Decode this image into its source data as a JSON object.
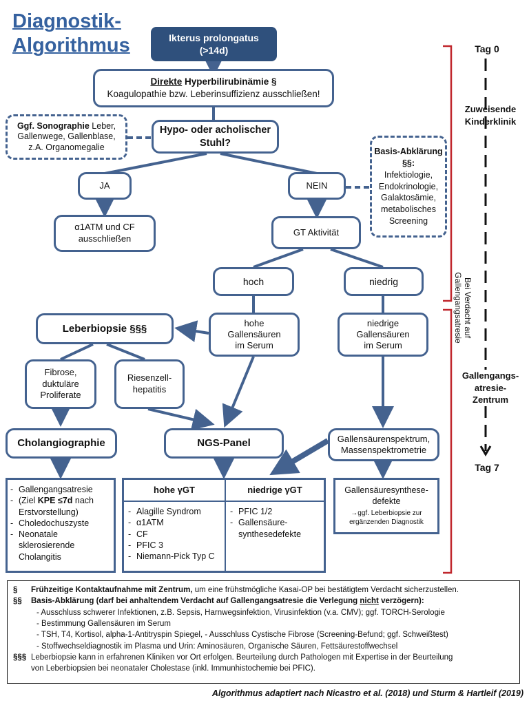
{
  "title": {
    "line1": "Diagnostik-",
    "line2": "Algorithmus"
  },
  "nodes": {
    "start": {
      "line1": "Ikterus prolongatus",
      "line2": "(>14d)"
    },
    "direct": {
      "u": "Direkte",
      "rest": " Hyperbilirubinämie §",
      "line2": "Koagulopathie bzw. Leberinsuffizienz ausschließen!"
    },
    "sono": {
      "bold": "Ggf. Sonographie",
      "rest": " Leber, Gallenwege, Gallenblase, z.A. Organomegalie"
    },
    "stool": {
      "line1": "Hypo- oder acholischer",
      "line2": "Stuhl?"
    },
    "basis": {
      "bold": "Basis-Abklärung §§:",
      "rest": "Infektiologie, Endokrinologie, Galaktosämie, metabolisches Screening"
    },
    "ja": "JA",
    "nein": "NEIN",
    "a1atm": {
      "line1": "α1ATM und CF",
      "line2": "ausschließen"
    },
    "gt": "GT Aktivität",
    "hoch": "hoch",
    "niedrig": "niedrig",
    "biopsie": "Leberbiopsie §§§",
    "hohe_gs": {
      "line1": "hohe",
      "line2": "Gallensäuren",
      "line3": "im Serum"
    },
    "niedrige_gs": {
      "line1": "niedrige",
      "line2": "Gallensäuren",
      "line3": "im Serum"
    },
    "fibrose": {
      "line1": "Fibrose,",
      "line2": "duktuläre",
      "line3": "Proliferate"
    },
    "riesen": {
      "line1": "Riesenzell-",
      "line2": "hepatitis"
    },
    "chol": "Cholangiographie",
    "ngs": "NGS-Panel",
    "spektrum": {
      "line1": "Gallensäurenspektrum,",
      "line2": "Massenspektrometrie"
    },
    "result_left": {
      "items": [
        "Gallengangsatresie",
        "Choledochuszyste",
        "Neonatale sklerosierende Cholangitis"
      ],
      "ziel_pre": "(Ziel ",
      "ziel_bold": "KPE ≤7d",
      "ziel_post": " nach Erstvorstellung)"
    },
    "ngs_table": {
      "col1_head": "hohe γGT",
      "col2_head": "niedrige γGT",
      "col1_items": [
        "Alagille Syndrom",
        "α1ATM",
        "CF",
        "PFIC 3",
        "Niemann-Pick Typ C"
      ],
      "col2_items": [
        "PFIC 1/2",
        "Gallensäure-synthesedefekte"
      ]
    },
    "synthese": {
      "line1": "Gallensäuresynthese-",
      "line2": "defekte",
      "note": "→ggf. Leberbiopsie zur ergänzenden Diagnostik"
    }
  },
  "timeline": {
    "tag0": "Tag 0",
    "tag7": "Tag 7",
    "zuweisend": {
      "line1": "Zuweisende",
      "line2": "Kinderklinik"
    },
    "zentrum": {
      "line1": "Gallengangs-",
      "line2": "atresie-",
      "line3": "Zentrum"
    },
    "verdacht": "Bei Verdacht auf Gallengangsatresie"
  },
  "notes": {
    "n1_sym": "§",
    "n1_bold": "Frühzeitige Kontaktaufnahme mit Zentrum,",
    "n1_rest": " um eine frühstmögliche Kasai-OP bei bestätigtem Verdacht sicherzustellen.",
    "n2_sym": "§§",
    "n2_bold_a": "Basis-Abklärung (darf bei anhaltendem Verdacht auf Gallengangsatresie die Verlegung ",
    "n2_bold_u": "nicht",
    "n2_bold_b": " verzögern):",
    "n2_subs": [
      "- Ausschluss schwerer Infektionen, z.B. Sepsis, Harnwegsinfektion, Virusinfektion (v.a. CMV); ggf. TORCH-Serologie",
      "- Bestimmung Gallensäuren im Serum",
      "- TSH, T4, Kortisol, alpha-1-Antitryspin Spiegel, - Ausschluss Cystische Fibrose (Screening-Befund; ggf. Schweißtest)",
      "- Stoffwechseldiagnostik im Plasma und Urin: Aminosäuren, Organische Säuren, Fettsäurestoffwechsel"
    ],
    "n3_sym": "§§§",
    "n3_text_a": "Leberbiopsie kann in erfahrenen Kliniken vor Ort erfolgen. Beurteilung durch Pathologen mit Expertise in der Beurteilung",
    "n3_text_b": "von Leberbiopsien bei neonataler Cholestase (inkl. Immunhistochemie bei PFIC)."
  },
  "footer": "Algorithmus adaptiert nach Nicastro et al. (2018) und Sturm & Hartleif (2019)",
  "colors": {
    "accent": "#44628f",
    "dark_box": "#2f507c",
    "title": "#35619f",
    "bracket": "#c0272d"
  }
}
